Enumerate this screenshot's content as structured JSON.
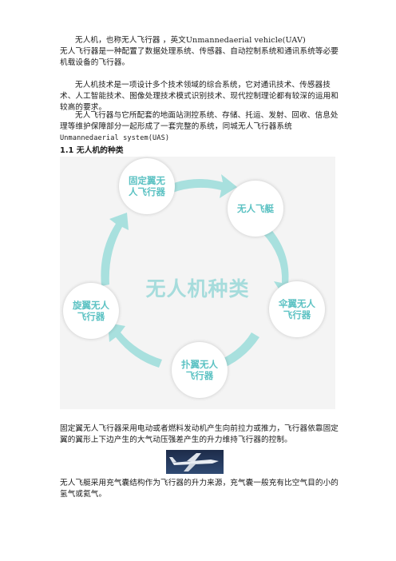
{
  "paragraphs": {
    "p1": "无人机，也称无人飞行器 ，英文Unmannedaerial vehicle(UAV)",
    "p2": "无人飞行器是一种配置了数据处理系统、传感器、自动控制系统和通讯系统等必要机载设备的飞行器。",
    "p3": "无人机技术是一项设计多个技术领域的综合系统，它对通讯技术、传感器技术、人工智能技术、图像处理技术模式识别技术、现代控制理论都有较深的运用和较高的要求。",
    "p4": "无人飞行器与它所配套的地面站测控系统、存储、托运、发射、回收、信息处理等维护保障部分一起形成了一套完整的系统，同城无人飞行器系统",
    "p4_en": "Unmannedaerial system(UAS)",
    "p5": "固定翼无人飞行器采用电动或者燃料发动机产生向前拉力或推力，飞行器依靠固定翼的翼形上下边产生的大气动压强差产生的升力维持飞行器的控制。",
    "p6": "无人飞艇采用充气囊结构作为飞行器的升力来源，充气囊一般充有比空气目的小的氢气或氦气。"
  },
  "section_heading": "1.1 无人机的种类",
  "diagram": {
    "center": "无人机种类",
    "nodes": {
      "fixed_wing": "固定翼无人飞行器",
      "airship": "无人飞艇",
      "parawing": "伞翼无人飞行器",
      "flapping": "扑翼无人飞行器",
      "rotor": "旋翼无人飞行器"
    }
  },
  "colors": {
    "accent": "#5cc2c3",
    "arrow": "#a8e0de",
    "center_text": "#a6dcdc"
  }
}
